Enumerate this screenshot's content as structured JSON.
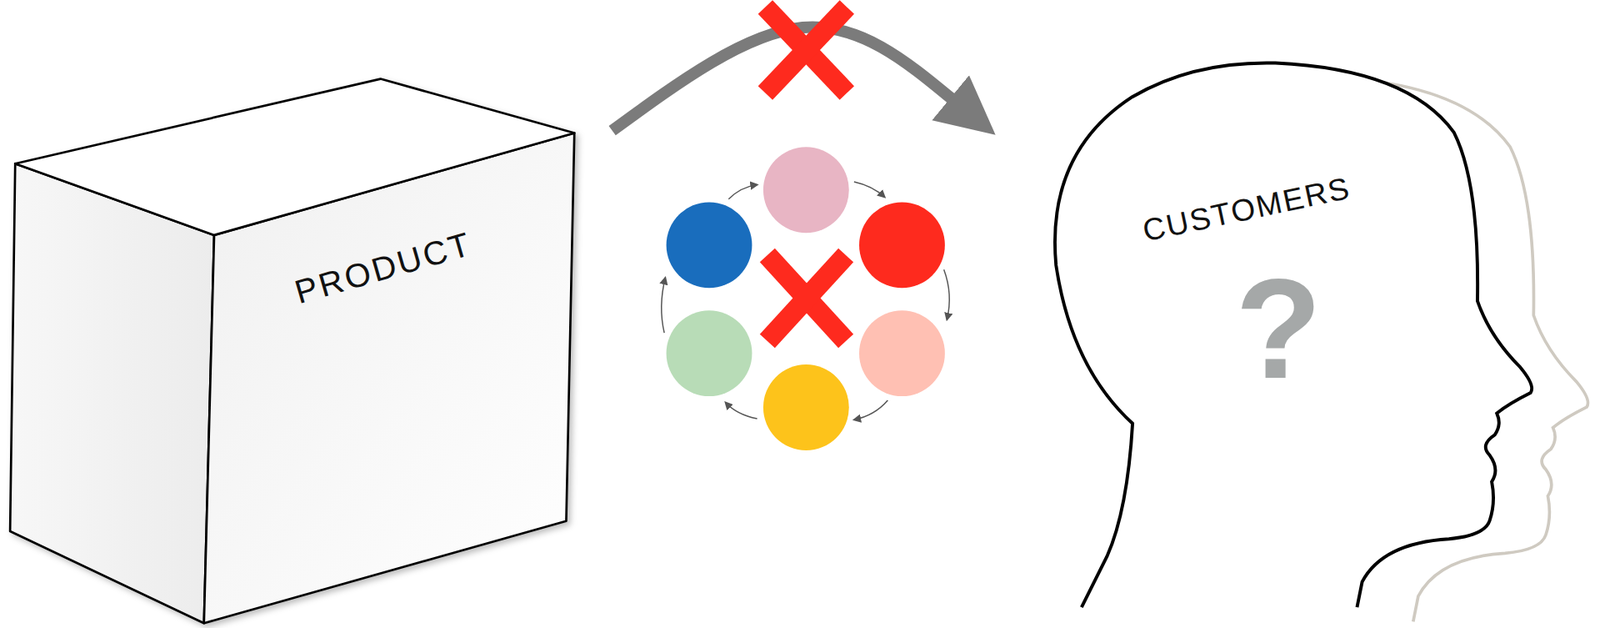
{
  "diagram": {
    "nodes": [
      {
        "text": [
          "PRODUCT"
        ]
      },
      {
        "text": [
          "CUSTOMERS",
          "?"
        ]
      }
    ],
    "edges": [
      {
        "from": 0,
        "to": 1,
        "arrow": "to"
      }
    ]
  }
}
